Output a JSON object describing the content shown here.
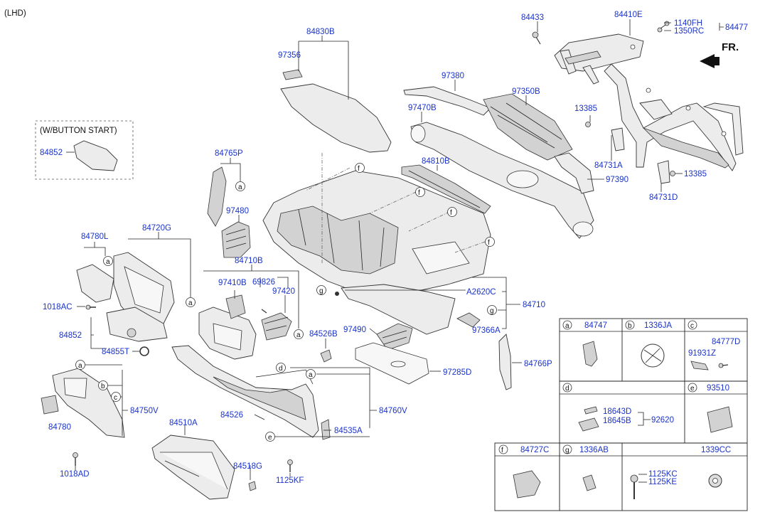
{
  "corner_label": "(LHD)",
  "fr_label": "FR.",
  "option_box": {
    "title": "(W/BUTTON START)",
    "part": "84852"
  },
  "parts": {
    "p84433": "84433",
    "p84410E": "84410E",
    "p1140FH": "1140FH",
    "p1350RC": "1350RC",
    "p84477": "84477",
    "p84830B": "84830B",
    "p97356": "97356",
    "p97380": "97380",
    "p97350B": "97350B",
    "p97470B": "97470B",
    "p13385a": "13385",
    "p13385b": "13385",
    "p84731A": "84731A",
    "p84731D": "84731D",
    "p97390": "97390",
    "p84810B": "84810B",
    "p84765P": "84765P",
    "p97480": "97480",
    "p84720G": "84720G",
    "p84780L": "84780L",
    "p84710B": "84710B",
    "p97410B": "97410B",
    "p69826": "69826",
    "p97420": "97420",
    "pA2620C": "A2620C",
    "p84710": "84710",
    "p97366A": "97366A",
    "p1018AC": "1018AC",
    "p84852": "84852",
    "p84855T": "84855T",
    "p84526B": "84526B",
    "p97490": "97490",
    "p97285D": "97285D",
    "p84766P": "84766P",
    "p84750V": "84750V",
    "p84780": "84780",
    "p84526": "84526",
    "p84535A": "84535A",
    "p84760V": "84760V",
    "p84510A": "84510A",
    "p84518G": "84518G",
    "p1125KF": "1125KF",
    "p1018AD": "1018AD"
  },
  "callout_letters": [
    "a",
    "b",
    "c",
    "d",
    "e",
    "f",
    "g"
  ],
  "ref_table": {
    "a": "84747",
    "b": "1336JA",
    "c_parts": [
      "84777D",
      "91931Z"
    ],
    "d_parts": [
      "18643D",
      "18645B",
      "92620"
    ],
    "e": "93510",
    "f": "84727C",
    "g": "1336AB",
    "h_parts": [
      "1125KC",
      "1125KE"
    ],
    "h_title": "1339CC"
  }
}
